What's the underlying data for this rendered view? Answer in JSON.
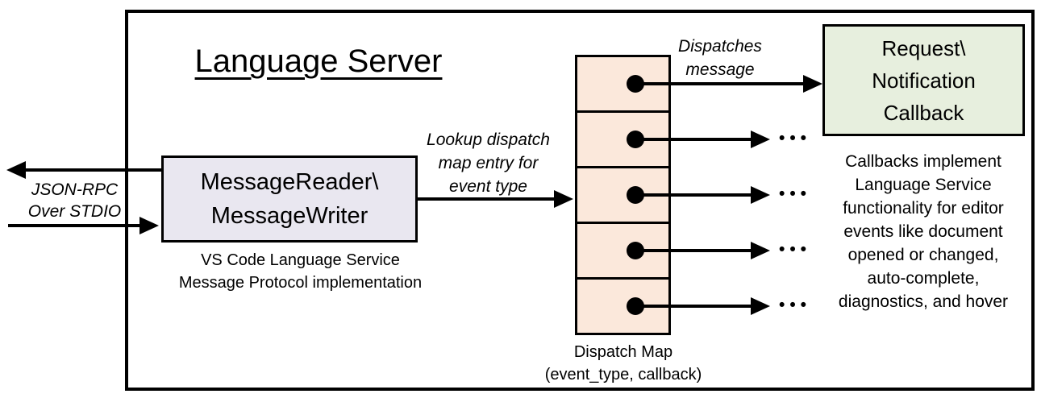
{
  "title": "Language Server",
  "io_label": "JSON-RPC\nOver STDIO",
  "reader_box": {
    "label": "MessageReader\\\nMessageWriter",
    "caption": "VS Code Language Service\nMessage Protocol implementation",
    "fill": "#E9E7F0"
  },
  "lookup_label": "Lookup dispatch\nmap entry for\nevent type",
  "dispatches_label": "Dispatches\nmessage",
  "dispatch_map": {
    "label": "Dispatch Map\n(event_type, callback)",
    "rows": 5,
    "ellipsis": "•••",
    "fill": "#FBE8DB"
  },
  "callback_box": {
    "label": "Request\\\nNotification\nCallback",
    "caption": "Callbacks implement\nLanguage Service\nfunctionality for editor\nevents like document\nopened or changed,\nauto-complete,\ndiagnostics, and hover",
    "fill": "#E7EFDE"
  },
  "colors": {
    "line": "#000000"
  }
}
